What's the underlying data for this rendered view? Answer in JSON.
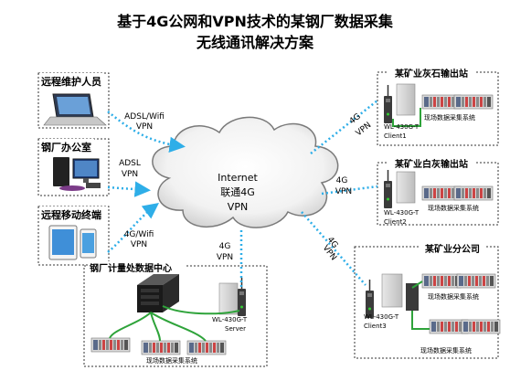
{
  "title": {
    "line1": "基于4G公网和VPN技术的某钢厂数据采集",
    "line2": "无线通讯解决方案"
  },
  "cloud": {
    "line1": "Internet",
    "line2": "联通4G",
    "line3": "VPN"
  },
  "left_boxes": [
    {
      "label": "远程维护人员",
      "link1": "ADSL/Wifi",
      "link2": "VPN"
    },
    {
      "label": "钢厂办公室",
      "link1": "ADSL",
      "link2": "VPN"
    },
    {
      "label": "远程移动终端",
      "link1": "4G/Wifi",
      "link2": "VPN"
    }
  ],
  "right_boxes": [
    {
      "title": "某矿业灰石输出站",
      "device1": "WL-430G-T",
      "device2": "Client1",
      "system": "现场数据采集系统",
      "link1": "4G",
      "link2": "VPN"
    },
    {
      "title": "某矿业白灰输出站",
      "device1": "WL-430G-T",
      "device2": "Client2",
      "system": "现场数据采集系统",
      "link1": "4G",
      "link2": "VPN"
    },
    {
      "title": "某矿业分公司",
      "device1": "WL-430G-T",
      "device2": "Client3",
      "system1": "现场数据采集系统",
      "system2": "现场数据采集系统",
      "link1": "4G",
      "link2": "VPN"
    }
  ],
  "center_box": {
    "title": "钢厂计量处数据中心",
    "device1": "WL-430G-T",
    "device2": "Server",
    "system": "现场数据采集系统",
    "link1": "4G",
    "link2": "VPN"
  },
  "colors": {
    "dotted_link": "#2eaee8",
    "ethernet_line": "#2ea33a",
    "cloud_stroke": "#7a7a7a"
  }
}
